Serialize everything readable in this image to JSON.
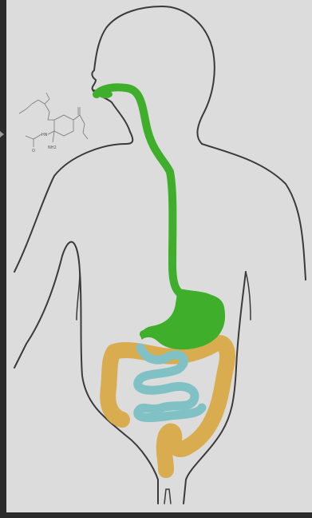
{
  "colors": {
    "background": "#dcdcdc",
    "outline": "#3a3a3a",
    "esophagus_stomach": "#3fae2a",
    "small_intestine": "#7fc1c4",
    "large_intestine": "#d9ad4f"
  },
  "molecule": {
    "labels": {
      "nh": "HN",
      "nh2": "NH2",
      "o": "O"
    }
  },
  "icons": {
    "edge_arrow": "play-triangle-icon"
  }
}
